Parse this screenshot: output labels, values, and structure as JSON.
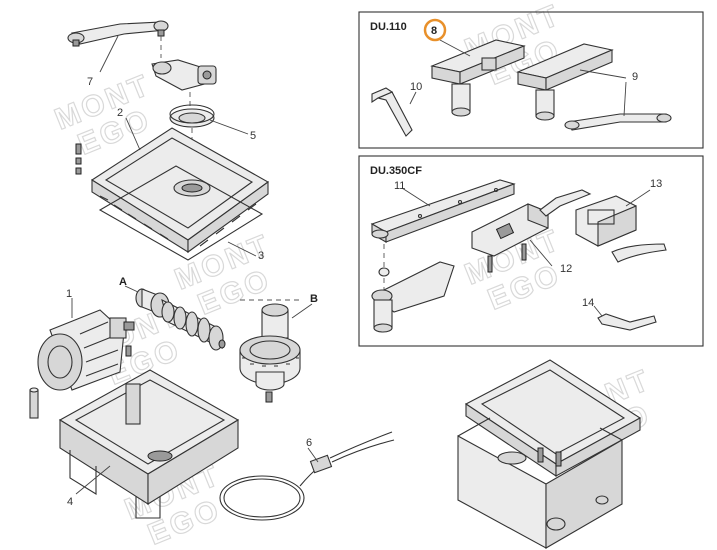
{
  "watermark": {
    "line1": "MONT",
    "line2": "EGO"
  },
  "boxes": {
    "du110": {
      "title": "DU.110"
    },
    "du350": {
      "title": "DU.350CF"
    }
  },
  "highlight": {
    "color": "#e8902a",
    "label": "8"
  },
  "callouts": {
    "p1": "1",
    "p2": "2",
    "p3": "3",
    "p4": "4",
    "p5": "5",
    "p6": "6",
    "p7": "7",
    "p8": "8",
    "p9": "9",
    "p10": "10",
    "p11": "11",
    "p12": "12",
    "p13": "13",
    "p14": "14",
    "pA": "A",
    "pB": "B"
  }
}
